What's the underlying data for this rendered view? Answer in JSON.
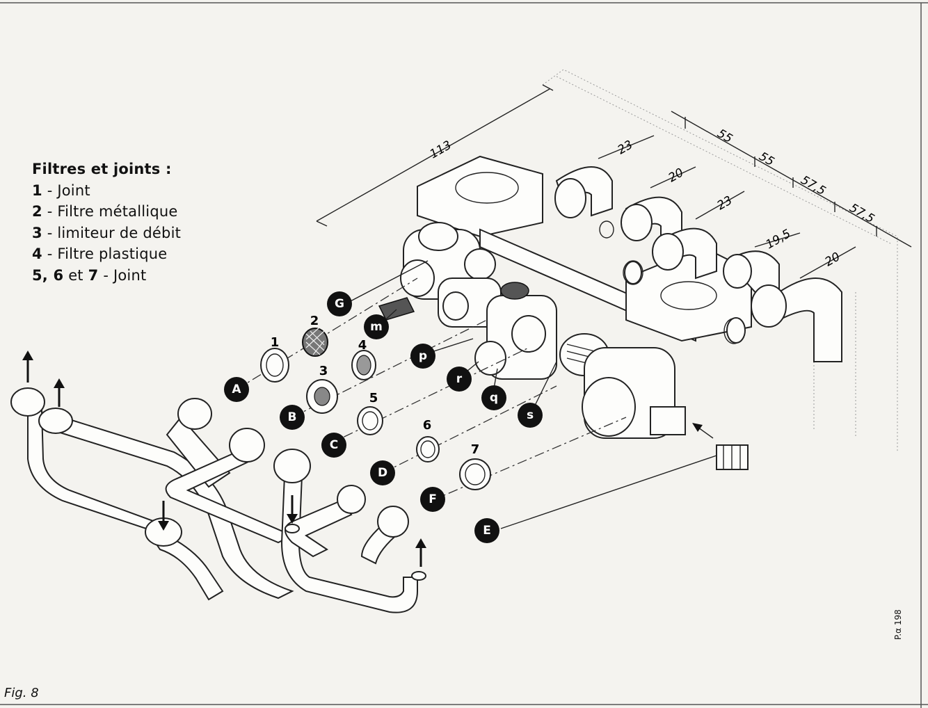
{
  "legend": {
    "title": "Filtres et joints :",
    "items": [
      {
        "num": "1",
        "text": " - Joint"
      },
      {
        "num": "2",
        "text": " - Filtre métallique"
      },
      {
        "num": "3",
        "text": " - limiteur de débit"
      },
      {
        "num": "4",
        "text": " - Filtre plastique"
      },
      {
        "num": "5, 6",
        "text": " et ",
        "num2": "7",
        "text2": " - Joint"
      }
    ]
  },
  "caption": "Fig. 8",
  "reference": "P.α 198",
  "dimensions": {
    "d113": "113",
    "d23a": "23",
    "d20a": "20",
    "d23b": "23",
    "d19_5": "19,5",
    "d20b": "20",
    "d55a": "55",
    "d55b": "55",
    "d57_5a": "57,5",
    "d57_5b": "57,5"
  },
  "part_numbers": [
    "1",
    "2",
    "3",
    "4",
    "5",
    "6",
    "7"
  ],
  "letter_labels": [
    "A",
    "B",
    "C",
    "D",
    "F",
    "E",
    "G",
    "m",
    "p",
    "r",
    "q",
    "s"
  ]
}
